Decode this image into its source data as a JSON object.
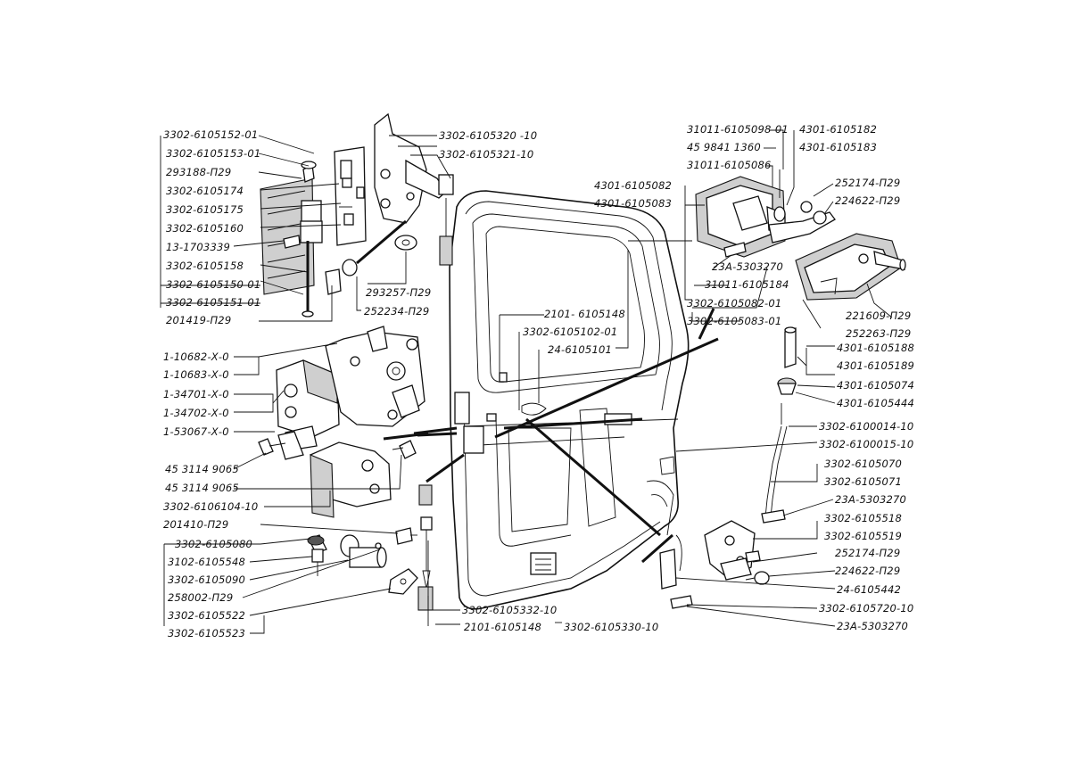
{
  "labels": {
    "l01": "3302-6105152-01",
    "l02": "3302-6105153-01",
    "l03": "293188-П29",
    "l04": "3302-6105174",
    "l05": "3302-6105175",
    "l06": "3302-6105160",
    "l07": "13-1703339",
    "l08": "3302-6105158",
    "l09": "3302-6105150-01",
    "l10": "3302-6105151-01",
    "l11": "201419-П29",
    "l12": "3302-6105320 -10",
    "l13": "3302-6105321-10",
    "l14": "293257-П29",
    "l15": "252234-П29",
    "l16": "1-10682-Х-0",
    "l17": "1-10683-Х-0",
    "l18": "1-34701-Х-0",
    "l19": "1-34702-Х-0",
    "l20": "1-53067-Х-0",
    "l21": "45 3114 9065",
    "l22": "45 3114 9065",
    "l23": "3302-6106104-10",
    "l24": "201410-П29",
    "l25": "3302-6105080",
    "l26": "3102-6105548",
    "l27": "3302-6105090",
    "l28": "258002-П29",
    "l29": "3302-6105522",
    "l30": "3302-6105523",
    "l31": "3302-6105332-10",
    "l32": "2101-6105148",
    "l33": "3302-6105330-10",
    "l34": "2101- 6105148",
    "l35": "3302-6105102-01",
    "l36": "24-6105101",
    "l37": "4301-6105082",
    "l38": "4301-6105083",
    "l39": "31011-6105098-01",
    "l40": "45 9841 1360",
    "l41": "31011-6105086",
    "l42": "4301-6105182",
    "l43": "4301-6105183",
    "l44": "252174-П29",
    "l45": "224622-П29",
    "l46": "23А-5303270",
    "l47": "31011-6105184",
    "l48": "3302-6105082-01",
    "l49": "3302-6105083-01",
    "l50": "221609-П29",
    "l51": "252263-П29",
    "l52": "4301-6105188",
    "l53": "4301-6105189",
    "l54": "4301-6105074",
    "l55": "4301-6105444",
    "l56": "3302-6100014-10",
    "l57": "3302-6100015-10",
    "l58": "3302-6105070",
    "l59": "3302-6105071",
    "l60": "23А-5303270",
    "l61": "3302-6105518",
    "l62": "3302-6105519",
    "l63": "252174-П29",
    "l64": "224622-П29",
    "l65": "24-6105442",
    "l66": "3302-6105720-10",
    "l67": "23А-5303270"
  }
}
